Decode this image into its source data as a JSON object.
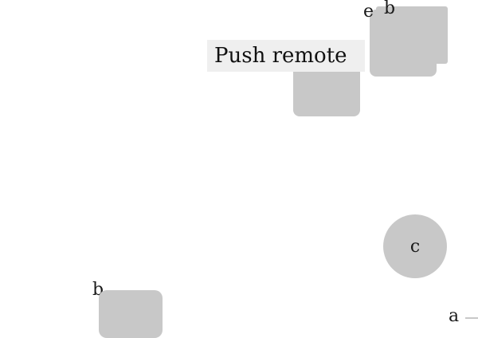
{
  "canvas": {
    "background": "#ffffff",
    "shape_color": "#c8c8c8",
    "tooltip_color": "#efefef"
  },
  "tooltip": {
    "text": "Push remote"
  },
  "nodes": {
    "top_right_label_e": "e",
    "top_right_label_b": "b",
    "circle_label": "c",
    "bottom_left_label": "b",
    "bottom_right_label": "a"
  }
}
